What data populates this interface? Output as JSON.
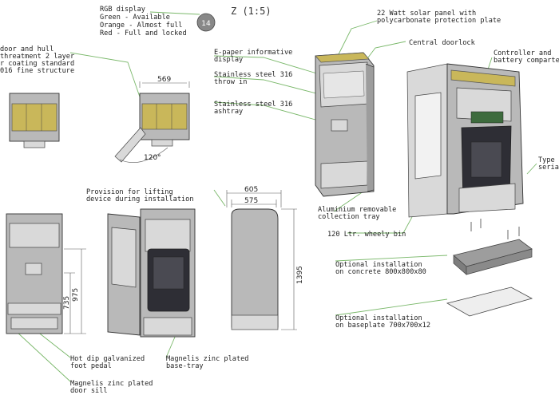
{
  "scale_label": "Z (1:5)",
  "legend": {
    "badge": "14",
    "lines": [
      "RGB display",
      "Green - Available",
      "Orange - Almost full",
      "Red - Full and locked"
    ]
  },
  "labels": {
    "door_hull": [
      "door and hull",
      "threatment 2 layer",
      "r coating standard",
      "016 fine structure"
    ],
    "solar_panel": [
      "22 Watt solar panel with",
      "polycarbonate protection plate"
    ],
    "doorlock": [
      "Central doorlock"
    ],
    "controller": [
      "Controller and",
      "battery comparte"
    ],
    "epaper": [
      "E-paper informative",
      "display"
    ],
    "steel_throw": [
      "Stainless steel 316",
      "throw in"
    ],
    "steel_ashtray": [
      "Stainless steel 316",
      "ashtray"
    ],
    "type_serial": [
      "Type",
      "seria"
    ],
    "lifting": [
      "Provision for lifting",
      "device during installation"
    ],
    "tray": [
      "Aluminium removable",
      "collection tray"
    ],
    "bin": [
      "120 Ltr. wheely bin"
    ],
    "concrete": [
      "Optional installation",
      "on concrete 800x800x80"
    ],
    "baseplate": [
      "Optional installation",
      "on baseplate 700x700x12"
    ],
    "pedal": [
      "Hot dip galvanized",
      "foot pedal"
    ],
    "base_tray": [
      "Magnelis zinc plated",
      "base-tray"
    ],
    "sill": [
      "Magnelis zinc plated",
      "door sill"
    ]
  },
  "dimensions": {
    "top_width": "569",
    "angle": "120°",
    "depth_outer": "605",
    "depth_inner": "575",
    "height_total": "1395",
    "height_735": "735",
    "height_975": "975"
  },
  "colors": {
    "leader": "#7ab86a",
    "panel": "#c9b75a",
    "body": "#b9b9b9",
    "bin": "#2e2e35"
  }
}
